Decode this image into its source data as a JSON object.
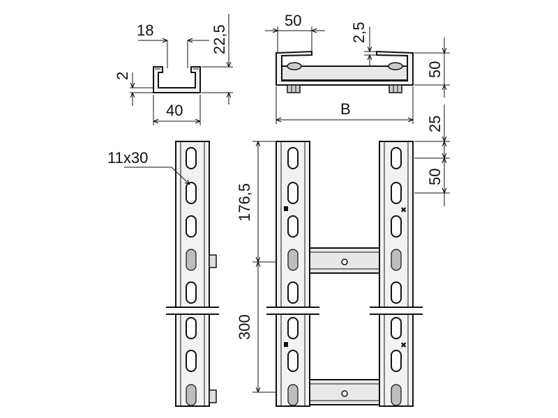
{
  "dimensions": {
    "profile_width_top": "18",
    "profile_height": "22,5",
    "wall_thickness": "2",
    "profile_width_bottom": "40",
    "rung_width": "50",
    "rung_gap": "2,5",
    "rung_height": "50",
    "ladder_width": "B",
    "spacing_small": "25",
    "spacing_side": "50",
    "slot_size": "11x30",
    "spacing_upper": "176,5",
    "spacing_lower": "300"
  }
}
